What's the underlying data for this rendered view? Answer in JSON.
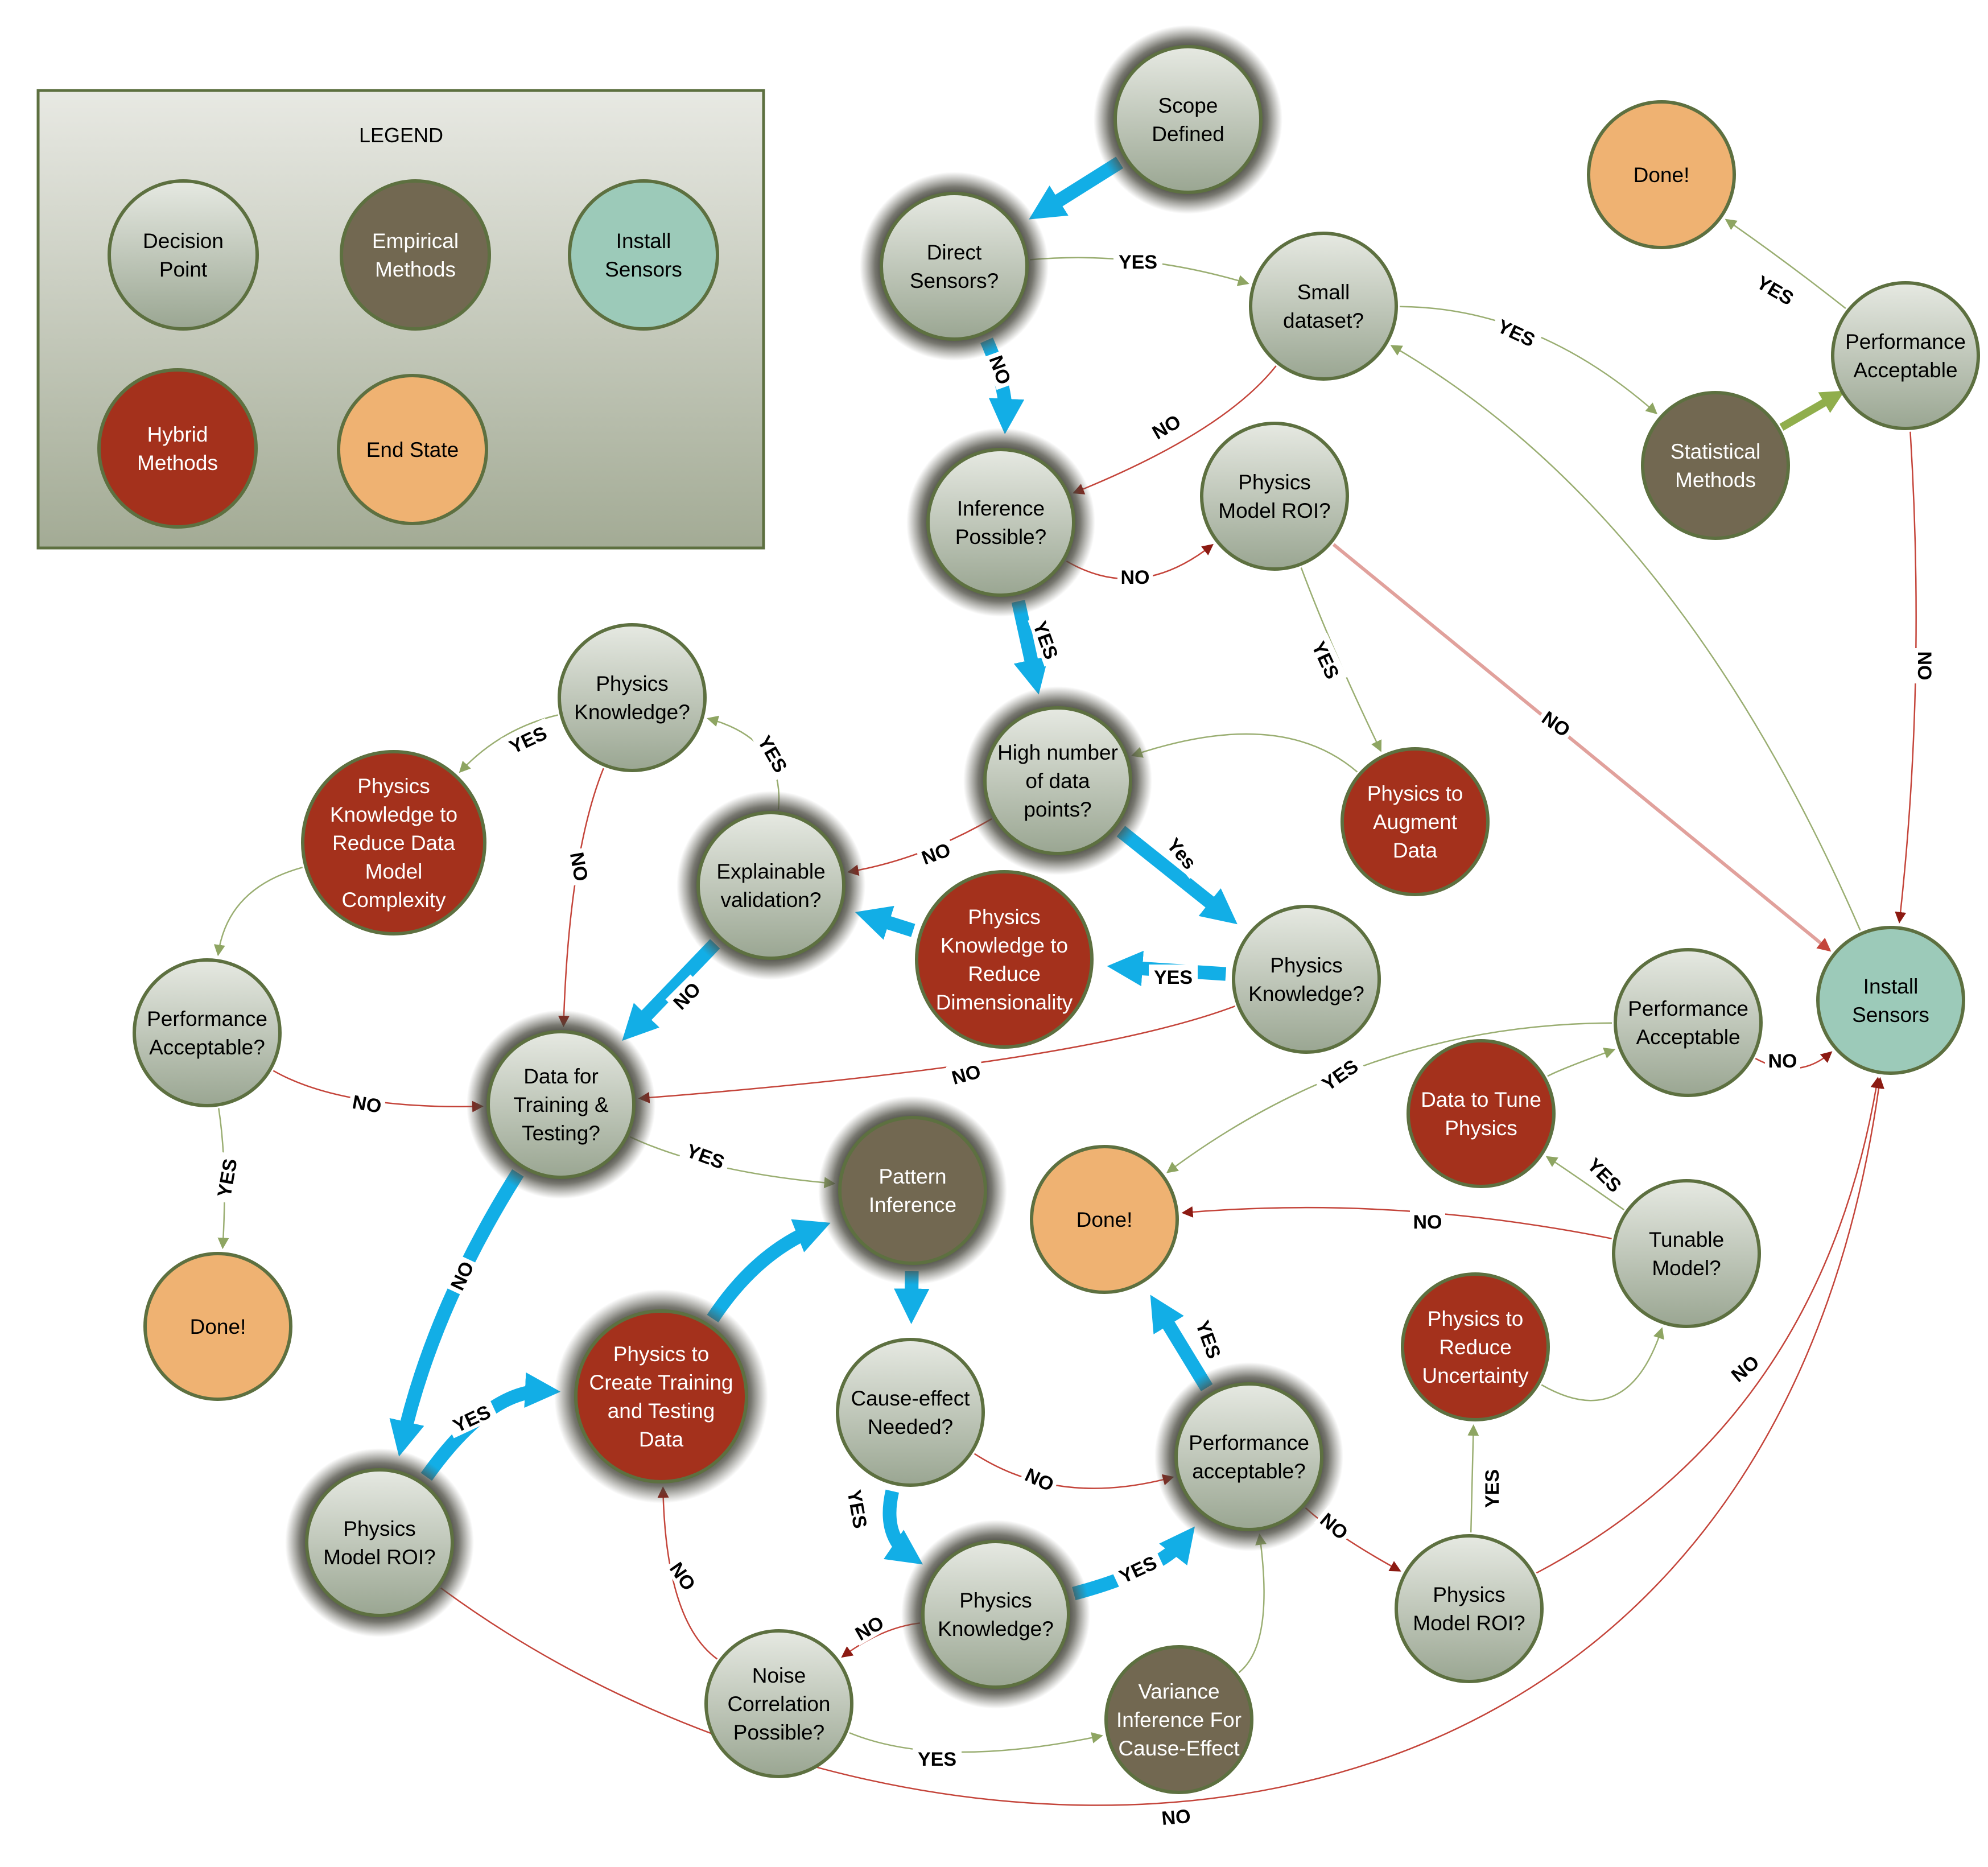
{
  "legend": {
    "title": "LEGEND",
    "items": [
      {
        "type": "decision",
        "lines": [
          "Decision",
          "Point"
        ]
      },
      {
        "type": "empirical",
        "lines": [
          "Empirical",
          "Methods"
        ]
      },
      {
        "type": "sensors",
        "lines": [
          "Install",
          "Sensors"
        ]
      },
      {
        "type": "hybrid",
        "lines": [
          "Hybrid",
          "Methods"
        ]
      },
      {
        "type": "end",
        "lines": [
          "End State"
        ]
      }
    ]
  },
  "colors": {
    "decision_top": "#e6e9e2",
    "decision_bottom": "#9aa692",
    "empirical": "#726851",
    "sensors": "#9ccab9",
    "hybrid": "#a4311c",
    "end": "#efb272",
    "border": "#5d7040",
    "main_flow": "#12aee6",
    "yes_edge": "#9aae72",
    "no_edge": "#c4443a",
    "perf_edge": "#90ae4c",
    "legend_top": "#e8e9e3",
    "legend_bottom": "#a3ab95"
  },
  "nodes": [
    {
      "id": "scope",
      "type": "decision",
      "halo": true,
      "lines": [
        "Scope",
        "Defined"
      ]
    },
    {
      "id": "direct",
      "type": "decision",
      "halo": true,
      "lines": [
        "Direct",
        "Sensors?"
      ]
    },
    {
      "id": "small",
      "type": "decision",
      "halo": false,
      "lines": [
        "Small",
        "dataset?"
      ]
    },
    {
      "id": "stat",
      "type": "empirical",
      "halo": false,
      "lines": [
        "Statistical",
        "Methods"
      ]
    },
    {
      "id": "perf1",
      "type": "decision",
      "halo": false,
      "lines": [
        "Performance",
        "Acceptable"
      ]
    },
    {
      "id": "done1",
      "type": "end",
      "halo": false,
      "lines": [
        "Done!"
      ]
    },
    {
      "id": "infer",
      "type": "decision",
      "halo": true,
      "lines": [
        "Inference",
        "Possible?"
      ]
    },
    {
      "id": "physroi1",
      "type": "decision",
      "halo": false,
      "lines": [
        "Physics",
        "Model ROI?"
      ]
    },
    {
      "id": "augment",
      "type": "hybrid",
      "halo": false,
      "lines": [
        "Physics to",
        "Augment",
        "Data"
      ]
    },
    {
      "id": "high",
      "type": "decision",
      "halo": true,
      "lines": [
        "High number",
        "of data",
        "points?"
      ]
    },
    {
      "id": "install",
      "type": "sensors",
      "halo": false,
      "lines": [
        "Install",
        "Sensors"
      ]
    },
    {
      "id": "physk_left",
      "type": "decision",
      "halo": false,
      "lines": [
        "Physics",
        "Knowledge?"
      ]
    },
    {
      "id": "reduce_complexity",
      "type": "hybrid",
      "halo": false,
      "lines": [
        "Physics",
        "Knowledge to",
        "Reduce Data",
        "Model",
        "Complexity"
      ]
    },
    {
      "id": "explain",
      "type": "decision",
      "halo": true,
      "lines": [
        "Explainable",
        "validation?"
      ]
    },
    {
      "id": "reduce_dim",
      "type": "hybrid",
      "halo": false,
      "lines": [
        "Physics",
        "Knowledge  to",
        "Reduce",
        "Dimensionality"
      ]
    },
    {
      "id": "physk_right",
      "type": "decision",
      "halo": false,
      "lines": [
        "Physics",
        "Knowledge?"
      ]
    },
    {
      "id": "perf_left",
      "type": "decision",
      "halo": false,
      "lines": [
        "Performance",
        "Acceptable?"
      ]
    },
    {
      "id": "datatt",
      "type": "decision",
      "halo": true,
      "lines": [
        "Data for",
        "Training &",
        "Testing?"
      ]
    },
    {
      "id": "done_left",
      "type": "end",
      "halo": false,
      "lines": [
        "Done!"
      ]
    },
    {
      "id": "pattern",
      "type": "empirical",
      "halo": true,
      "lines": [
        "Pattern",
        "Inference"
      ]
    },
    {
      "id": "perf_right",
      "type": "decision",
      "halo": false,
      "lines": [
        "Performance",
        "Acceptable"
      ]
    },
    {
      "id": "tune",
      "type": "hybrid",
      "halo": false,
      "lines": [
        "Data to Tune",
        "Physics"
      ]
    },
    {
      "id": "done_mid",
      "type": "end",
      "halo": false,
      "lines": [
        "Done!"
      ]
    },
    {
      "id": "tunable",
      "type": "decision",
      "halo": false,
      "lines": [
        "Tunable",
        "Model?"
      ]
    },
    {
      "id": "create",
      "type": "hybrid",
      "halo": true,
      "lines": [
        "Physics to",
        "Create Training",
        "and Testing",
        "Data"
      ]
    },
    {
      "id": "cause",
      "type": "decision",
      "halo": false,
      "lines": [
        "Cause-effect",
        "Needed?"
      ]
    },
    {
      "id": "uncert",
      "type": "hybrid",
      "halo": false,
      "lines": [
        "Physics to",
        "Reduce",
        "Uncertainty"
      ]
    },
    {
      "id": "perf_mid",
      "type": "decision",
      "halo": true,
      "lines": [
        "Performance",
        "acceptable?"
      ]
    },
    {
      "id": "physroi_bl",
      "type": "decision",
      "halo": true,
      "lines": [
        "Physics",
        "Model ROI?"
      ]
    },
    {
      "id": "physk_bottom",
      "type": "decision",
      "halo": true,
      "lines": [
        "Physics",
        "Knowledge?"
      ]
    },
    {
      "id": "physroi_br",
      "type": "decision",
      "halo": false,
      "lines": [
        "Physics",
        "Model ROI?"
      ]
    },
    {
      "id": "noise",
      "type": "decision",
      "halo": false,
      "lines": [
        "Noise",
        "Correlation",
        "Possible?"
      ]
    },
    {
      "id": "variance",
      "type": "empirical",
      "halo": false,
      "lines": [
        "Variance",
        "Inference For",
        "Cause-Effect"
      ]
    }
  ],
  "edges": [
    {
      "from": "scope",
      "to": "direct",
      "kind": "main",
      "label": ""
    },
    {
      "from": "direct",
      "to": "small",
      "kind": "yes",
      "label": "YES"
    },
    {
      "from": "direct",
      "to": "infer",
      "kind": "main",
      "label": "NO"
    },
    {
      "from": "small",
      "to": "stat",
      "kind": "yes",
      "label": "YES"
    },
    {
      "from": "small",
      "to": "infer",
      "kind": "no",
      "label": "NO"
    },
    {
      "from": "stat",
      "to": "perf1",
      "kind": "perf",
      "label": ""
    },
    {
      "from": "perf1",
      "to": "done1",
      "kind": "yes",
      "label": "YES"
    },
    {
      "from": "perf1",
      "to": "install",
      "kind": "no",
      "label": "NO"
    },
    {
      "from": "infer",
      "to": "physroi1",
      "kind": "no",
      "label": "NO"
    },
    {
      "from": "infer",
      "to": "high",
      "kind": "main",
      "label": "YES"
    },
    {
      "from": "physroi1",
      "to": "augment",
      "kind": "yes",
      "label": "YES"
    },
    {
      "from": "physroi1",
      "to": "install",
      "kind": "no_thick",
      "label": "NO"
    },
    {
      "from": "augment",
      "to": "high",
      "kind": "yes",
      "label": ""
    },
    {
      "from": "install",
      "to": "small",
      "kind": "yes",
      "label": ""
    },
    {
      "from": "high",
      "to": "explain",
      "kind": "no",
      "label": "NO"
    },
    {
      "from": "high",
      "to": "physk_right",
      "kind": "main",
      "label": "Yes"
    },
    {
      "from": "physk_right",
      "to": "reduce_dim",
      "kind": "main",
      "label": "YES"
    },
    {
      "from": "physk_right",
      "to": "datatt",
      "kind": "no",
      "label": "NO"
    },
    {
      "from": "reduce_dim",
      "to": "explain",
      "kind": "main",
      "label": ""
    },
    {
      "from": "explain",
      "to": "physk_left",
      "kind": "yes",
      "label": "YES"
    },
    {
      "from": "explain",
      "to": "datatt",
      "kind": "main",
      "label": "NO"
    },
    {
      "from": "physk_left",
      "to": "reduce_complexity",
      "kind": "yes",
      "label": "YES"
    },
    {
      "from": "physk_left",
      "to": "datatt",
      "kind": "no",
      "label": "NO"
    },
    {
      "from": "reduce_complexity",
      "to": "perf_left",
      "kind": "yes",
      "label": ""
    },
    {
      "from": "perf_left",
      "to": "datatt",
      "kind": "no",
      "label": "NO"
    },
    {
      "from": "perf_left",
      "to": "done_left",
      "kind": "yes",
      "label": "YES"
    },
    {
      "from": "datatt",
      "to": "pattern",
      "kind": "yes",
      "label": "YES"
    },
    {
      "from": "datatt",
      "to": "physroi_bl",
      "kind": "main",
      "label": "NO"
    },
    {
      "from": "physroi_bl",
      "to": "create",
      "kind": "main",
      "label": "YES"
    },
    {
      "from": "physroi_bl",
      "to": "install",
      "kind": "no",
      "label": "NO"
    },
    {
      "from": "create",
      "to": "pattern",
      "kind": "main",
      "label": ""
    },
    {
      "from": "pattern",
      "to": "cause",
      "kind": "main",
      "label": ""
    },
    {
      "from": "cause",
      "to": "perf_mid",
      "kind": "no",
      "label": "NO"
    },
    {
      "from": "cause",
      "to": "physk_bottom",
      "kind": "main",
      "label": "YES"
    },
    {
      "from": "physk_bottom",
      "to": "perf_mid",
      "kind": "main",
      "label": "YES"
    },
    {
      "from": "physk_bottom",
      "to": "noise",
      "kind": "no",
      "label": "NO"
    },
    {
      "from": "noise",
      "to": "create",
      "kind": "no",
      "label": "NO"
    },
    {
      "from": "noise",
      "to": "variance",
      "kind": "yes",
      "label": "YES"
    },
    {
      "from": "variance",
      "to": "perf_mid",
      "kind": "yes",
      "label": ""
    },
    {
      "from": "perf_mid",
      "to": "done_mid",
      "kind": "main",
      "label": "YES"
    },
    {
      "from": "perf_mid",
      "to": "physroi_br",
      "kind": "no",
      "label": "NO"
    },
    {
      "from": "physroi_br",
      "to": "uncert",
      "kind": "yes",
      "label": "YES"
    },
    {
      "from": "physroi_br",
      "to": "install",
      "kind": "no",
      "label": "NO"
    },
    {
      "from": "uncert",
      "to": "tunable",
      "kind": "yes",
      "label": ""
    },
    {
      "from": "tunable",
      "to": "tune",
      "kind": "yes",
      "label": "YES"
    },
    {
      "from": "tunable",
      "to": "done_mid",
      "kind": "no",
      "label": "NO"
    },
    {
      "from": "tune",
      "to": "perf_right",
      "kind": "yes",
      "label": ""
    },
    {
      "from": "perf_right",
      "to": "done_mid",
      "kind": "yes",
      "label": "YES"
    },
    {
      "from": "perf_right",
      "to": "install",
      "kind": "no",
      "label": "NO"
    }
  ]
}
